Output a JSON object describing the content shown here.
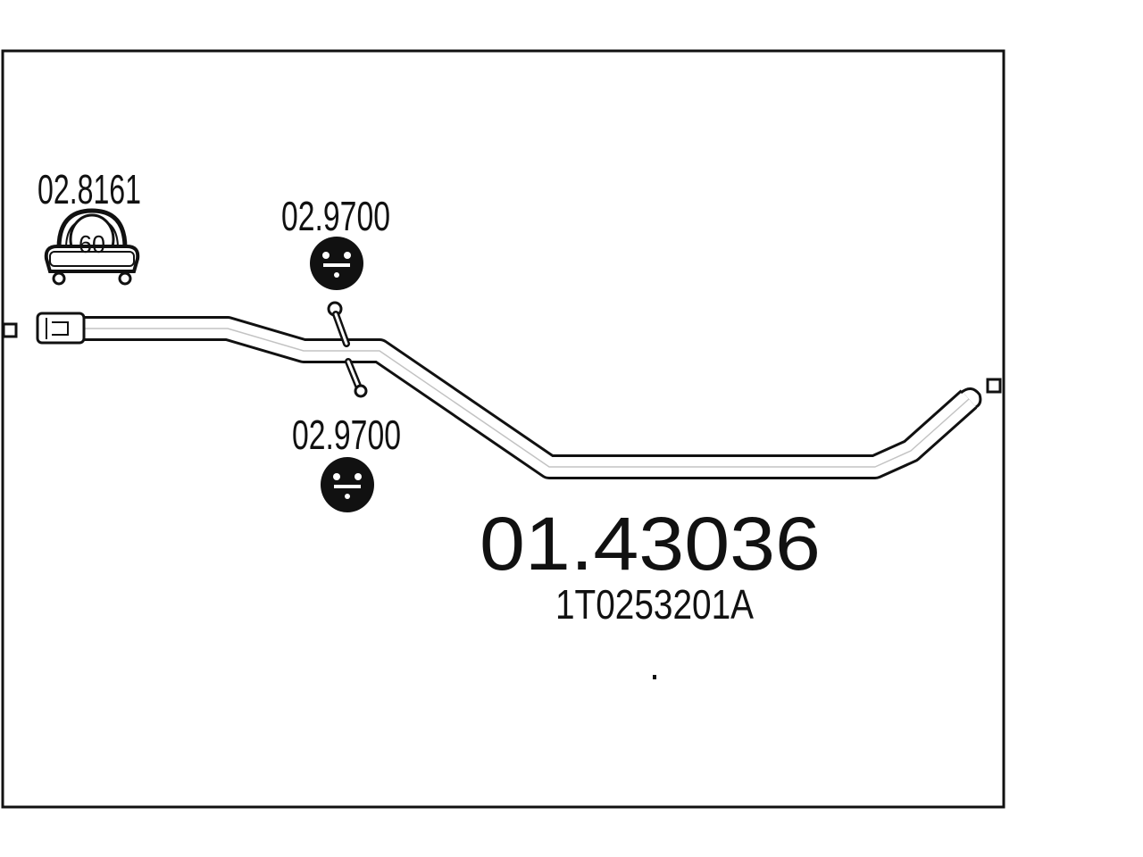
{
  "diagram": {
    "main_part_number": "01.43036",
    "oem_number": "1T0253201A",
    "clamp": {
      "part_number": "02.8161",
      "size_label": "60",
      "icon": "pipe-clamp-icon"
    },
    "hanger_top": {
      "part_number": "02.9700",
      "icon": "rubber-hanger-icon"
    },
    "hanger_bottom": {
      "part_number": "02.9700",
      "icon": "rubber-hanger-icon"
    },
    "pipe": {
      "icon": "exhaust-pipe-icon"
    },
    "colors": {
      "ink": "#111111",
      "background": "#ffffff"
    }
  }
}
